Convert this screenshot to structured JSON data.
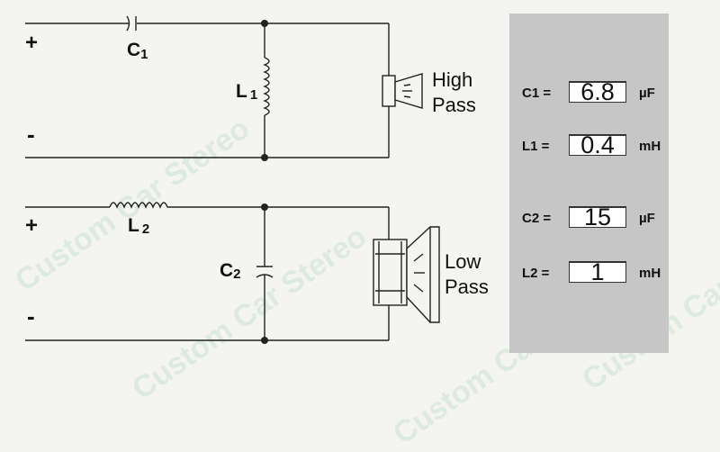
{
  "watermark": {
    "text": "Custom Car Stereo"
  },
  "circuit": {
    "high": {
      "plus": "+",
      "minus": "-",
      "capacitor": {
        "letter": "C",
        "sub": "1"
      },
      "inductor": {
        "letter": "L",
        "sub": "1"
      },
      "speaker_label_line1": "High",
      "speaker_label_line2": "Pass"
    },
    "low": {
      "plus": "+",
      "minus": "-",
      "inductor": {
        "letter": "L",
        "sub": "2"
      },
      "capacitor": {
        "letter": "C",
        "sub": "2"
      },
      "speaker_label_line1": "Low",
      "speaker_label_line2": "Pass"
    }
  },
  "results": {
    "rows": [
      {
        "label": "C1 =",
        "value": "6.8",
        "unit": "µF"
      },
      {
        "label": "L1 =",
        "value": "0.4",
        "unit": "mH"
      },
      {
        "label": "C2 =",
        "value": "15",
        "unit": "µF"
      },
      {
        "label": "L2 =",
        "value": "1",
        "unit": "mH"
      }
    ]
  },
  "colors": {
    "background": "#f4f4f1",
    "wire": "#222222",
    "panel": "#c6c6c6",
    "watermark": "#4caf6a"
  }
}
